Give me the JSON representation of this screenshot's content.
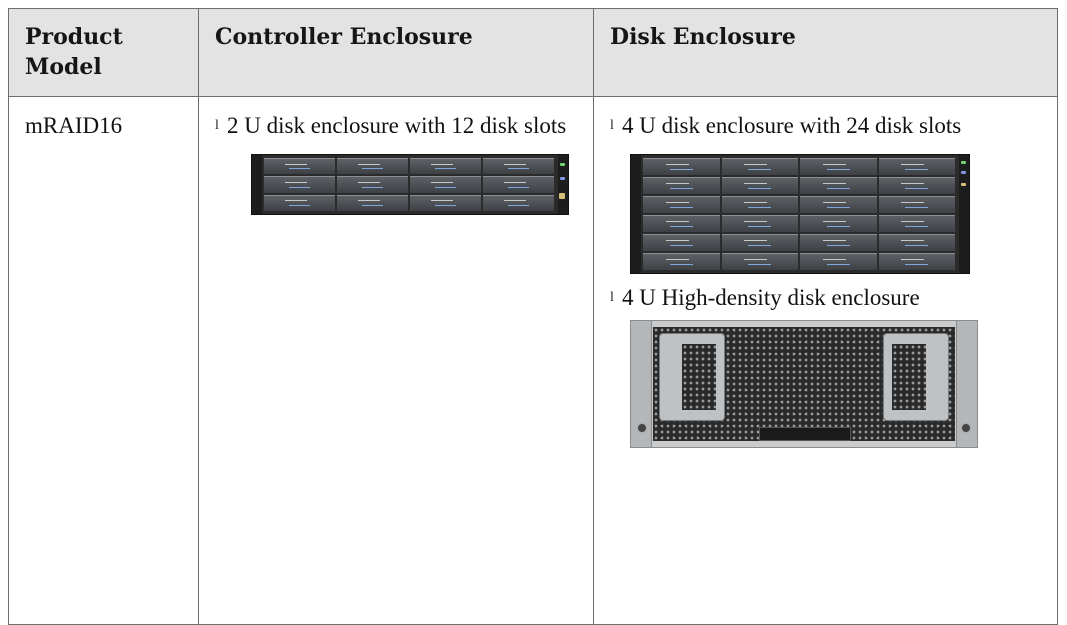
{
  "table": {
    "headers": [
      "Product Model",
      "Controller Enclosure",
      "Disk Enclosure"
    ],
    "rows": [
      {
        "product_model": "mRAID16",
        "controller_enclosure": {
          "bullet": "l",
          "text": "2 U disk enclosure with 12 disk slots",
          "image": "2U 12-slot disk enclosure front panel"
        },
        "disk_enclosure": [
          {
            "bullet": "l",
            "text": "4 U disk enclosure with 24 disk slots",
            "image": "4U 24-slot disk enclosure front panel"
          },
          {
            "bullet": "l",
            "text": "4 U High-density disk enclosure",
            "image": "4U high-density disk enclosure front bezel"
          }
        ]
      }
    ]
  }
}
